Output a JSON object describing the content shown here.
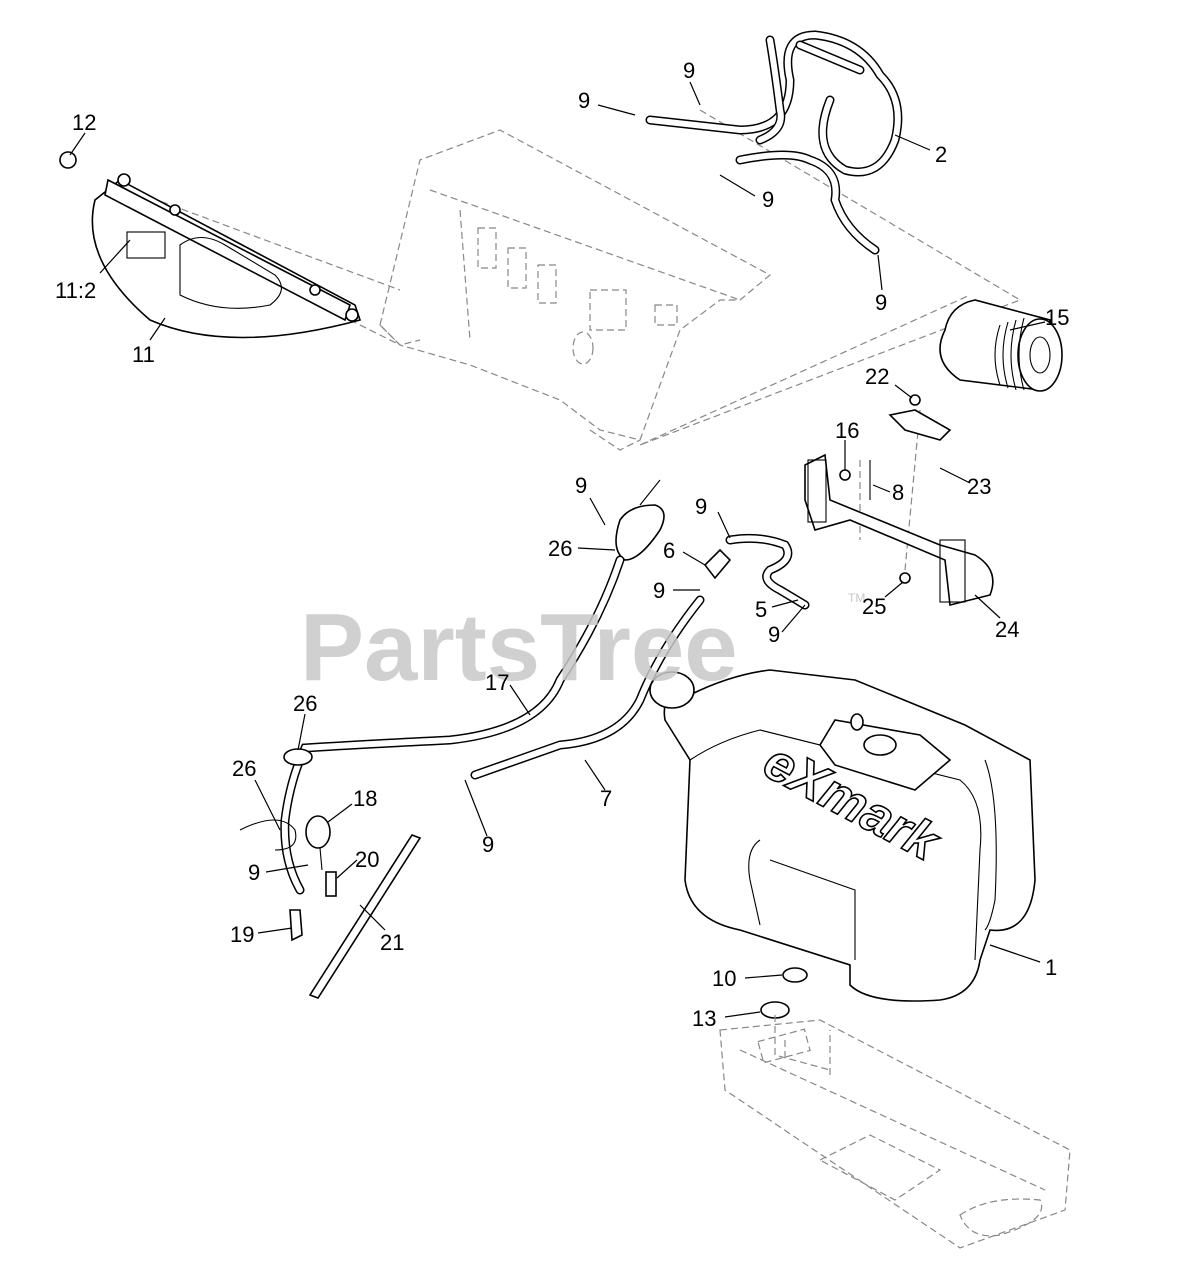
{
  "watermark": {
    "text": "PartsTree",
    "tm": "TM"
  },
  "brand_logo": {
    "text": "eXmark"
  },
  "callouts": [
    {
      "id": "c-12",
      "label": "12"
    },
    {
      "id": "c-11-2",
      "label": "11:2"
    },
    {
      "id": "c-11",
      "label": "11"
    },
    {
      "id": "c-9-a",
      "label": "9"
    },
    {
      "id": "c-9-b",
      "label": "9"
    },
    {
      "id": "c-2",
      "label": "2"
    },
    {
      "id": "c-9-c",
      "label": "9"
    },
    {
      "id": "c-9-d",
      "label": "9"
    },
    {
      "id": "c-15",
      "label": "15"
    },
    {
      "id": "c-22",
      "label": "22"
    },
    {
      "id": "c-16",
      "label": "16"
    },
    {
      "id": "c-8",
      "label": "8"
    },
    {
      "id": "c-23",
      "label": "23"
    },
    {
      "id": "c-9-e",
      "label": "9"
    },
    {
      "id": "c-26-a",
      "label": "26"
    },
    {
      "id": "c-9-f",
      "label": "9"
    },
    {
      "id": "c-6",
      "label": "6"
    },
    {
      "id": "c-9-g",
      "label": "9"
    },
    {
      "id": "c-5",
      "label": "5"
    },
    {
      "id": "c-9-h",
      "label": "9"
    },
    {
      "id": "c-25",
      "label": "25"
    },
    {
      "id": "c-24",
      "label": "24"
    },
    {
      "id": "c-17",
      "label": "17"
    },
    {
      "id": "c-26-b",
      "label": "26"
    },
    {
      "id": "c-26-c",
      "label": "26"
    },
    {
      "id": "c-18",
      "label": "18"
    },
    {
      "id": "c-7",
      "label": "7"
    },
    {
      "id": "c-9-i",
      "label": "9"
    },
    {
      "id": "c-9-j",
      "label": "9"
    },
    {
      "id": "c-20",
      "label": "20"
    },
    {
      "id": "c-21",
      "label": "21"
    },
    {
      "id": "c-19",
      "label": "19"
    },
    {
      "id": "c-1",
      "label": "1"
    },
    {
      "id": "c-10",
      "label": "10"
    },
    {
      "id": "c-13",
      "label": "13"
    }
  ]
}
